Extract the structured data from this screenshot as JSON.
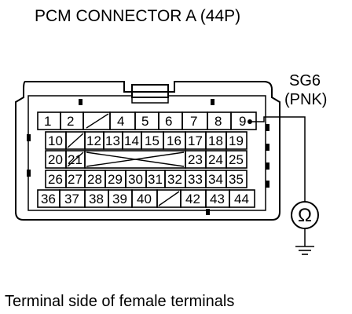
{
  "title": "PCM CONNECTOR A (44P)",
  "signal": {
    "name": "SG6",
    "wire_color": "(PNK)"
  },
  "caption": "Terminal side of female terminals",
  "meter_symbol": "Ω",
  "pins": {
    "row1": [
      "1",
      "2",
      "",
      "4",
      "5",
      "6",
      "7",
      "8",
      "9"
    ],
    "row2": [
      "10",
      "",
      "12",
      "13",
      "14",
      "15",
      "16",
      "17",
      "18",
      "19"
    ],
    "row3": [
      "20",
      "21",
      "",
      "",
      "",
      "",
      "",
      "23",
      "24",
      "25"
    ],
    "row4": [
      "26",
      "27",
      "28",
      "29",
      "30",
      "31",
      "32",
      "33",
      "34",
      "35"
    ],
    "row5": [
      "36",
      "37",
      "38",
      "39",
      "40",
      "",
      "42",
      "43",
      "44"
    ]
  }
}
